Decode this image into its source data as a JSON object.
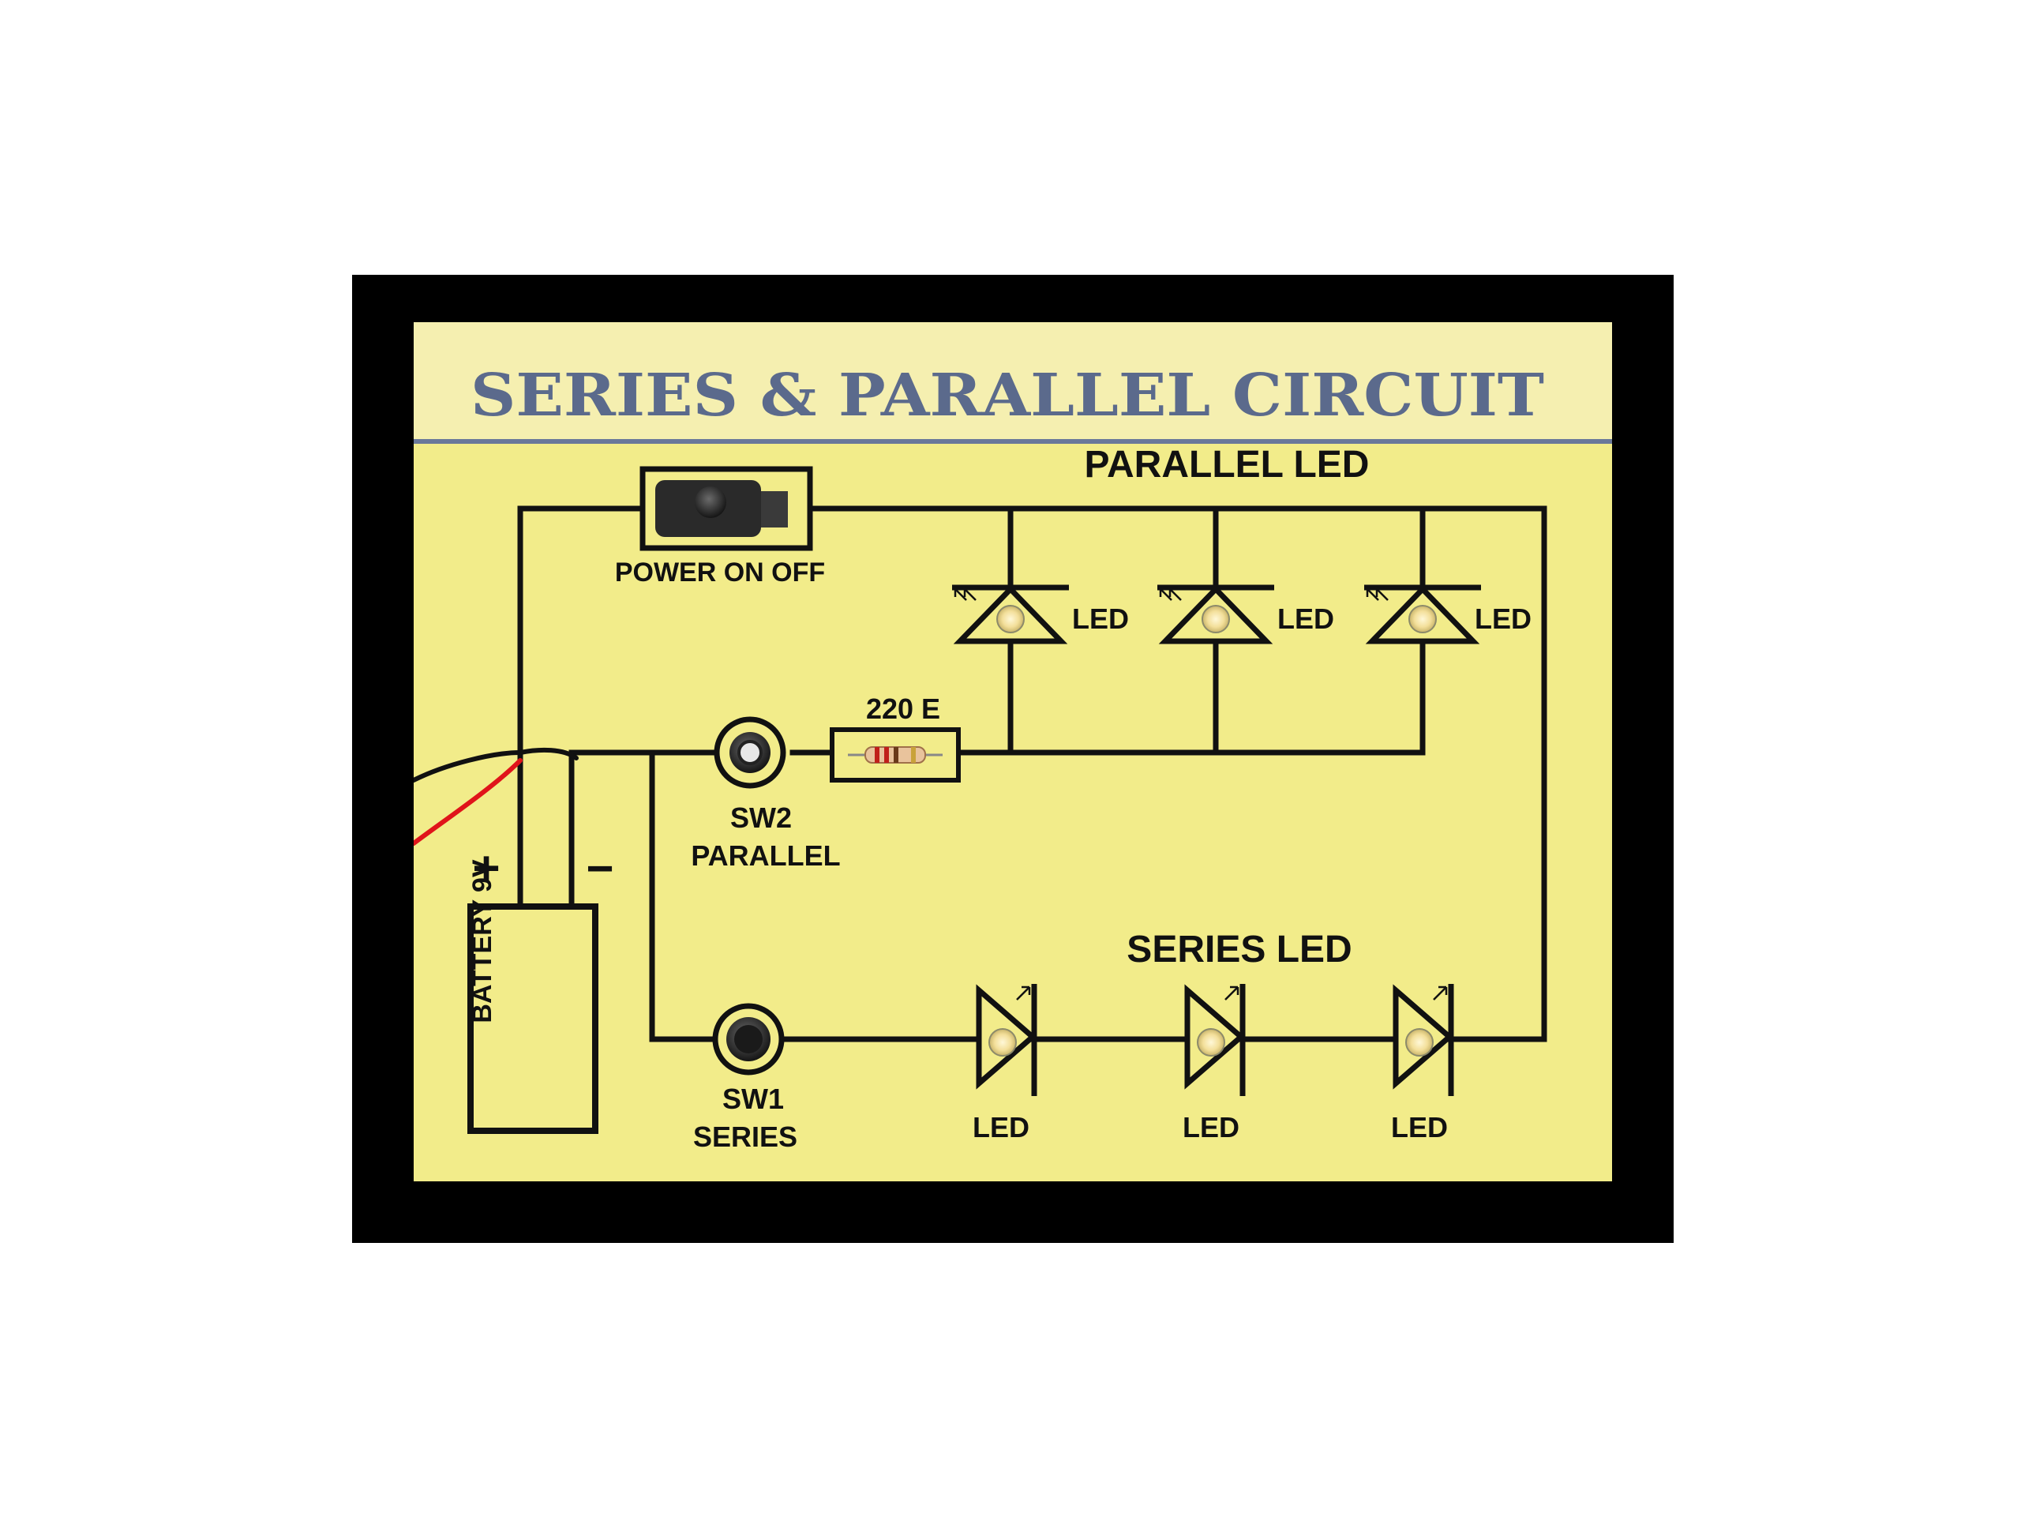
{
  "title": "SERIES & PARALLEL CIRCUIT",
  "labels": {
    "parallel_header": "PARALLEL LED",
    "series_header": "SERIES LED",
    "power_switch": "POWER ON OFF",
    "resistor_value": "220 E",
    "sw2_line1": "SW2",
    "sw2_line2": "PARALLEL",
    "sw1_line1": "SW1",
    "sw1_line2": "SERIES",
    "battery": "BATTERY 9V",
    "plus": "+",
    "minus": "−",
    "led": "LED"
  },
  "parallel_leds": [
    "LED",
    "LED",
    "LED"
  ],
  "series_leds": [
    "LED",
    "LED",
    "LED"
  ],
  "colors": {
    "frame": "#000000",
    "board": "#f2ec8a",
    "title_strip": "#f5efb0",
    "title_text": "#5b6a8c",
    "wire": "#111111",
    "lead_red": "#e0141a",
    "led_glow": "#f6e7b0"
  }
}
